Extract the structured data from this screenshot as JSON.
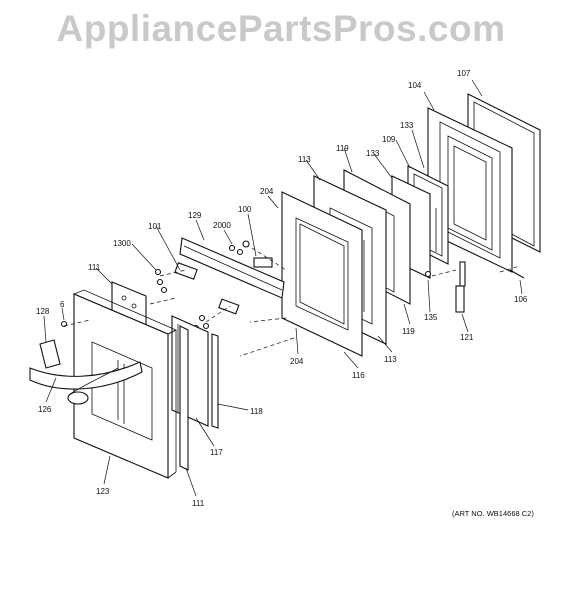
{
  "watermark": "AppliancePartsPros.com",
  "art_number": "(ART NO. WB14668 C2)",
  "callouts": {
    "c107": "107",
    "c104": "104",
    "c133a": "133",
    "c109": "109",
    "c133b": "133",
    "c119a": "119",
    "c113a": "113",
    "c204a": "204",
    "c100": "100",
    "c2000": "2000",
    "c129": "129",
    "c101": "101",
    "c1300": "1300",
    "c111a": "111",
    "c128": "128",
    "c6": "6",
    "c126": "126",
    "c123": "123",
    "c111b": "111",
    "c117": "117",
    "c118": "118",
    "c116": "116",
    "c204b": "204",
    "c113b": "113",
    "c119b": "119",
    "c135": "135",
    "c121": "121",
    "c106": "106"
  }
}
